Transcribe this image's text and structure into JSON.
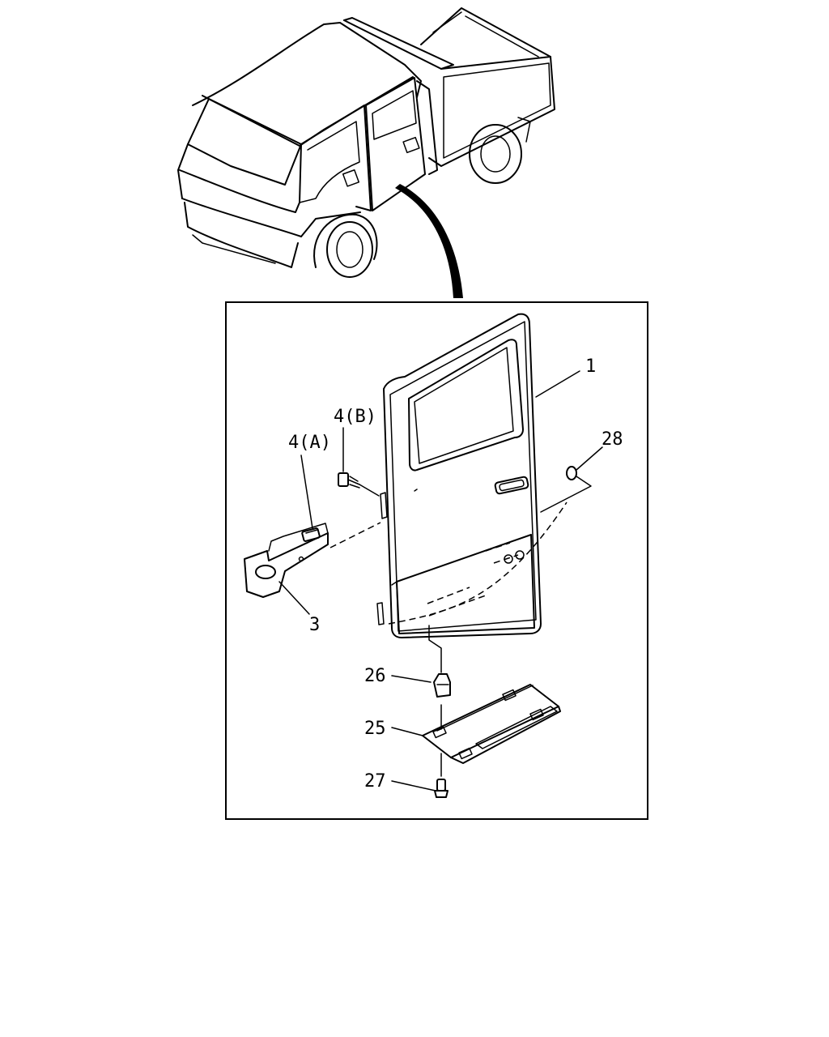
{
  "diagram": {
    "callouts": [
      {
        "id": "door-panel",
        "text": "1"
      },
      {
        "id": "door-rail-bracket",
        "text": "3"
      },
      {
        "id": "bolt-a",
        "text": "4(A)"
      },
      {
        "id": "bolt-b",
        "text": "4(B)"
      },
      {
        "id": "roller-guide",
        "text": "26"
      },
      {
        "id": "lower-rail",
        "text": "25"
      },
      {
        "id": "rail-screw",
        "text": "27"
      },
      {
        "id": "plug",
        "text": "28"
      }
    ],
    "colors": {
      "line": "#000000",
      "background": "#ffffff"
    }
  }
}
